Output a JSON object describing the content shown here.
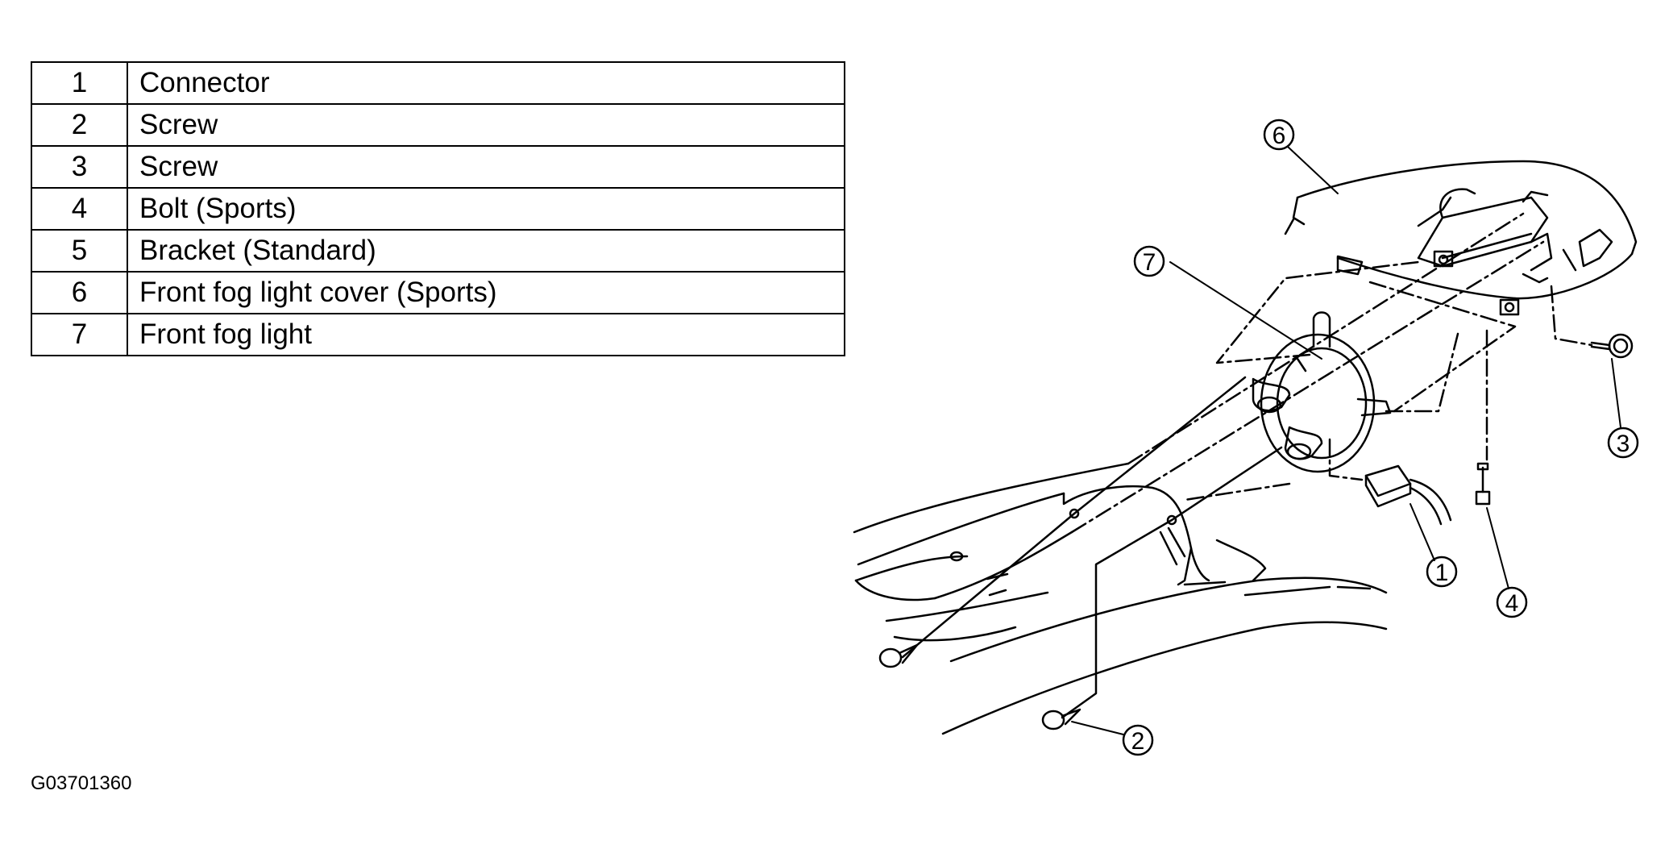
{
  "legend": [
    {
      "num": "1",
      "label": "Connector"
    },
    {
      "num": "2",
      "label": "Screw"
    },
    {
      "num": "3",
      "label": "Screw"
    },
    {
      "num": "4",
      "label": "Bolt (Sports)"
    },
    {
      "num": "5",
      "label": "Bracket (Standard)"
    },
    {
      "num": "6",
      "label": "Front fog light cover (Sports)"
    },
    {
      "num": "7",
      "label": "Front fog light"
    }
  ],
  "callouts": [
    "1",
    "2",
    "3",
    "4",
    "6",
    "7"
  ],
  "figure_code": "G03701360"
}
